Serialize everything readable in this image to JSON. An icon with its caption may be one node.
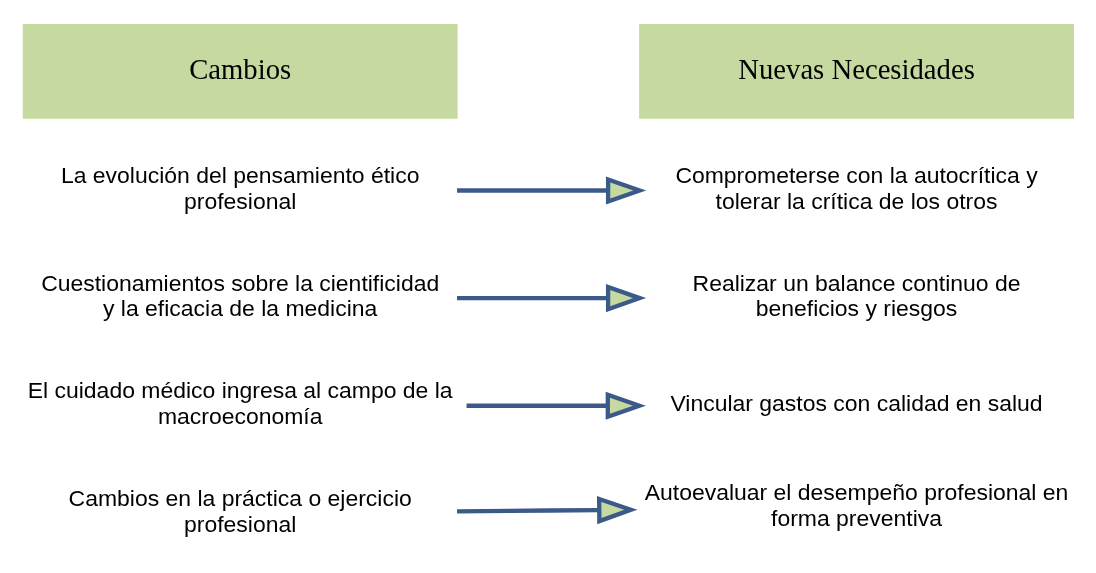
{
  "diagram": {
    "nodes": [
      {
        "text": [
          "Cambios"
        ]
      },
      {
        "text": [
          "Nuevas Necesidades"
        ]
      },
      {
        "text": [
          "La evolución del pensamiento ético profesional"
        ]
      },
      {
        "text": [
          "Comprometerse con la autocrítica y tolerar la crítica de los otros"
        ]
      },
      {
        "text": [
          "Cuestionamientos sobre la cientificidad y la eficacia de la medicina"
        ]
      },
      {
        "text": [
          "Realizar un balance continuo de beneficios y riesgos"
        ]
      },
      {
        "text": [
          "El cuidado médico ingresa al campo de la macroeconomía"
        ]
      },
      {
        "text": [
          "Vincular gastos con calidad en salud"
        ]
      },
      {
        "text": [
          "Cambios en la práctica o ejercicio profesional"
        ]
      },
      {
        "text": [
          "Autoevaluar el desempeño profesional en forma preventiva"
        ]
      }
    ],
    "edges": [
      {
        "from": 2,
        "to": 3,
        "arrow": "to"
      },
      {
        "from": 4,
        "to": 5,
        "arrow": "to"
      },
      {
        "from": 6,
        "to": 7,
        "arrow": "to"
      },
      {
        "from": 8,
        "to": 9,
        "arrow": "to"
      }
    ]
  }
}
